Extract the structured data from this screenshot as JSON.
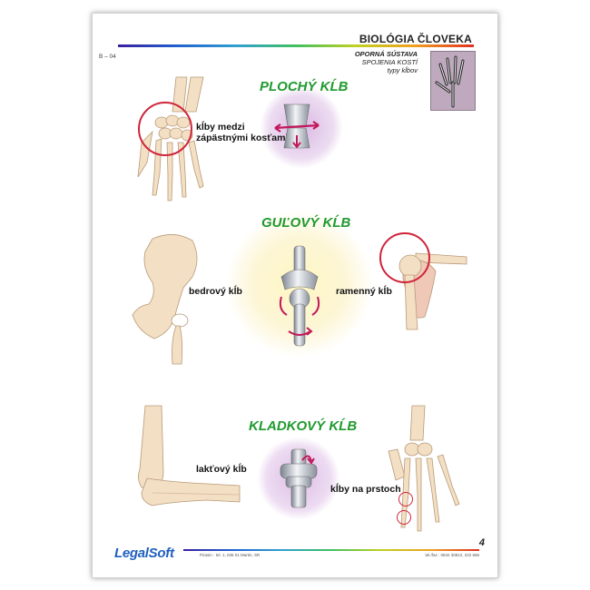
{
  "header": {
    "title": "BIOLÓGIA ČLOVEKA",
    "code": "B – 04",
    "subtitle_bold": "OPORNÁ SÚSTAVA",
    "subtitle": "SPOJENIA KOSTÍ",
    "subtitle_small": "typy kĺbov"
  },
  "sections": {
    "plochy": {
      "title": "PLOCHÝ KĹB",
      "label": "kĺby medzi zápästnými kosťami"
    },
    "gulovy": {
      "title": "GUĽOVÝ KĹB",
      "label_left": "bedrový kĺb",
      "label_right": "ramenný kĺb"
    },
    "kladkovy": {
      "title": "KLADKOVÝ KĹB",
      "label_left": "lakťový kĺb",
      "label_right": "kĺby na prstoch"
    }
  },
  "footer": {
    "page_number": "4",
    "logo": "LegalSoft",
    "address": "Pirasin · tel. 1, 036 01  Martin, SR",
    "phone": "tel./fax : 0842 30812, 222 666"
  },
  "colors": {
    "title_green": "#1f9a2e",
    "circle_red": "#d0243a",
    "bone": "#f3dfc4",
    "logo_blue": "#2060c0"
  }
}
